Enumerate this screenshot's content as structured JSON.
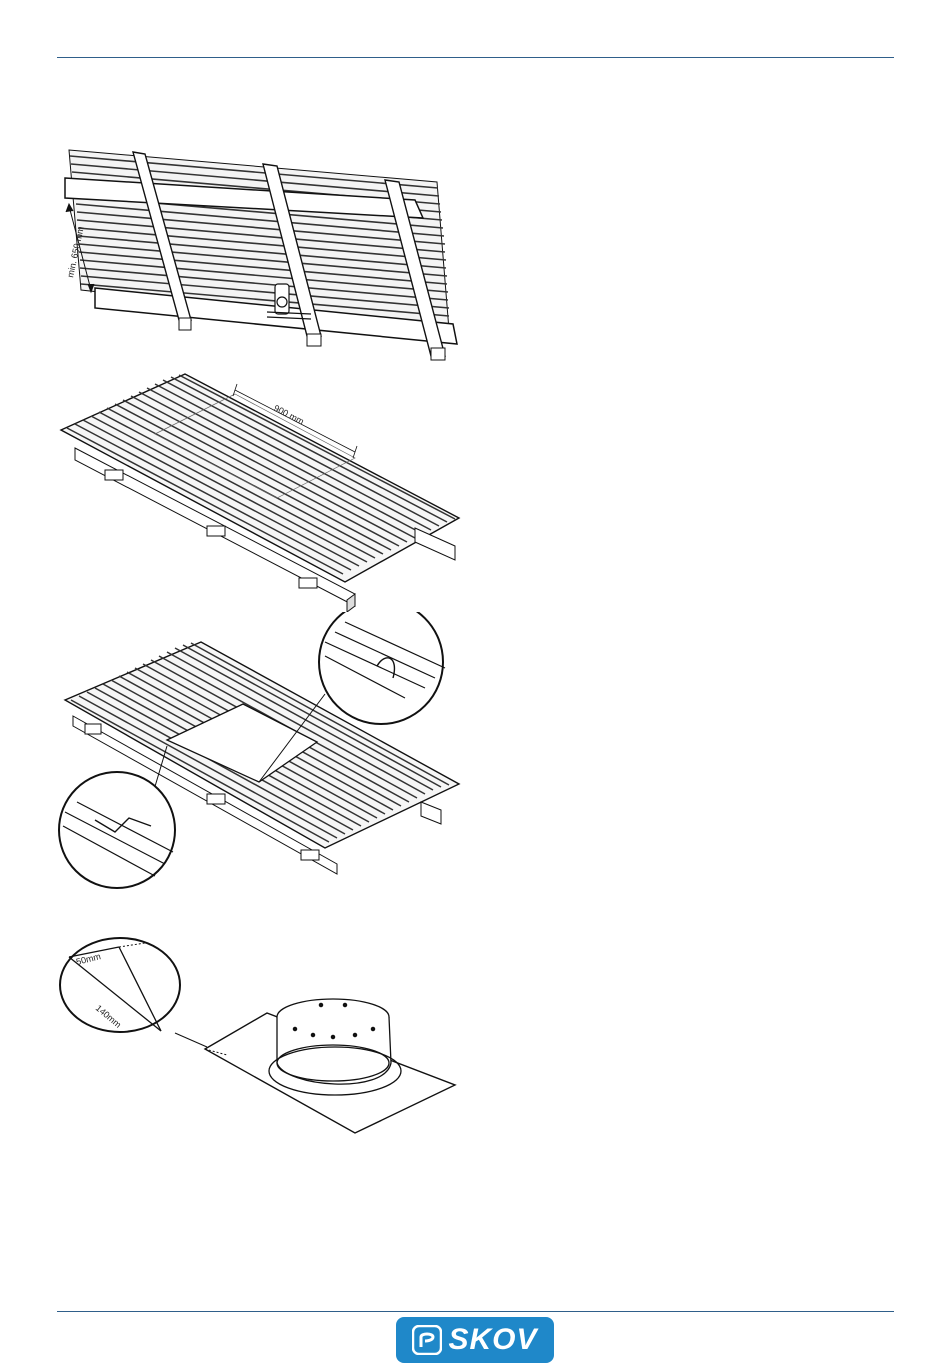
{
  "figures": {
    "fig1": {
      "dimension_label": "min. 650 mm"
    },
    "fig2": {
      "dimension_label": "900 mm"
    },
    "fig4": {
      "dimension_top": "50mm",
      "dimension_diag": "140mm"
    }
  },
  "footer": {
    "logo_text": "SKOV",
    "brand_color": "#1f88c9",
    "rule_color": "#2f5f8a"
  }
}
